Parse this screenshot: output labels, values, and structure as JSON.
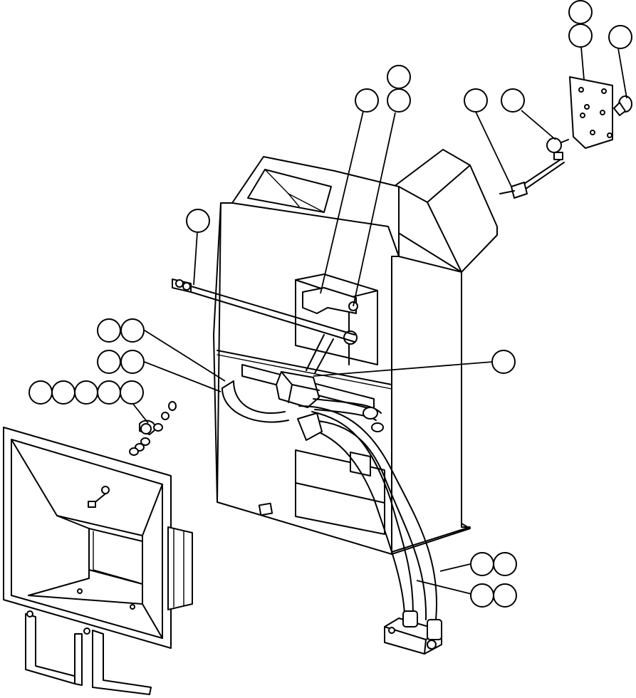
{
  "diagram": {
    "colors": {
      "line": "#000000",
      "background": "#ffffff"
    },
    "callouts": [
      {
        "id": "c1"
      },
      {
        "id": "c2"
      },
      {
        "id": "c3"
      },
      {
        "id": "c4"
      },
      {
        "id": "c5"
      },
      {
        "id": "c6"
      },
      {
        "id": "c7"
      },
      {
        "id": "c8"
      },
      {
        "id": "c9"
      },
      {
        "id": "c10"
      },
      {
        "id": "c11"
      },
      {
        "id": "c12"
      },
      {
        "id": "c13"
      },
      {
        "id": "c14"
      },
      {
        "id": "c15"
      },
      {
        "id": "c16"
      },
      {
        "id": "c17"
      },
      {
        "id": "c18"
      },
      {
        "id": "c19"
      },
      {
        "id": "c20"
      },
      {
        "id": "c21"
      },
      {
        "id": "c22"
      },
      {
        "id": "c23"
      },
      {
        "id": "c24"
      }
    ]
  }
}
